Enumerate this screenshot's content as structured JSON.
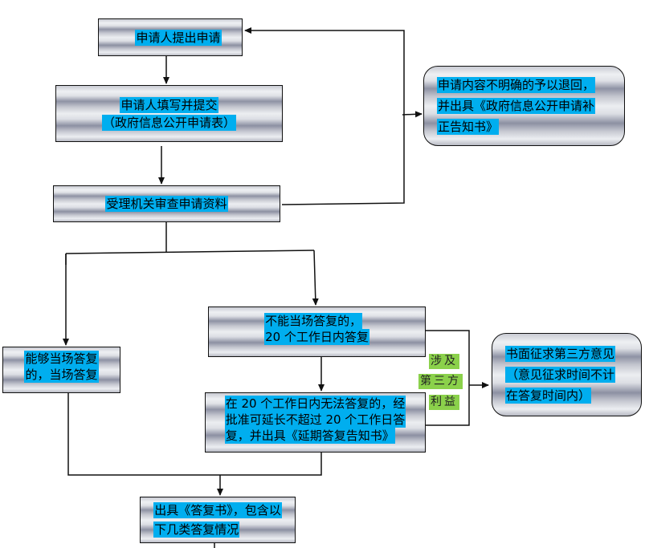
{
  "diagram": {
    "nodes": {
      "apply": {
        "lines": [
          "申请人提出申请"
        ]
      },
      "fill_form": {
        "lines": [
          "申请人填写并提交",
          "（政府信息公开申请表）"
        ]
      },
      "review": {
        "lines": [
          "受理机关审查申请资料"
        ]
      },
      "return_unclear": {
        "lines": [
          "申请内容不明确的予以退回，",
          "并出具《政府信息公开申请补",
          "正告知书》"
        ]
      },
      "cannot_reply_now": {
        "lines": [
          "不能当场答复的，",
          "20 个工作日内答复"
        ]
      },
      "reply_now": {
        "lines": [
          "能够当场答复",
          "的，当场答复"
        ]
      },
      "extension": {
        "lines": [
          "在 20 个工作日内无法答复的，经",
          "批准可延长不超过 20 个工作日答",
          "复，并出具《延期答复告知书》"
        ]
      },
      "third_party": {
        "lines": [
          "书面征求第三方意见",
          "（意见征求时间不计",
          "在答复时间内）"
        ]
      },
      "issue_reply": {
        "lines": [
          "出具《答复书》，包含以",
          "下几类答复情况"
        ]
      }
    },
    "edge_labels": {
      "third_party_condition": [
        "涉及",
        "第三方",
        "利益"
      ]
    },
    "colors": {
      "text_highlight": "#00aeef",
      "condition_highlight": "#8bd14b",
      "line": "#111111"
    }
  }
}
